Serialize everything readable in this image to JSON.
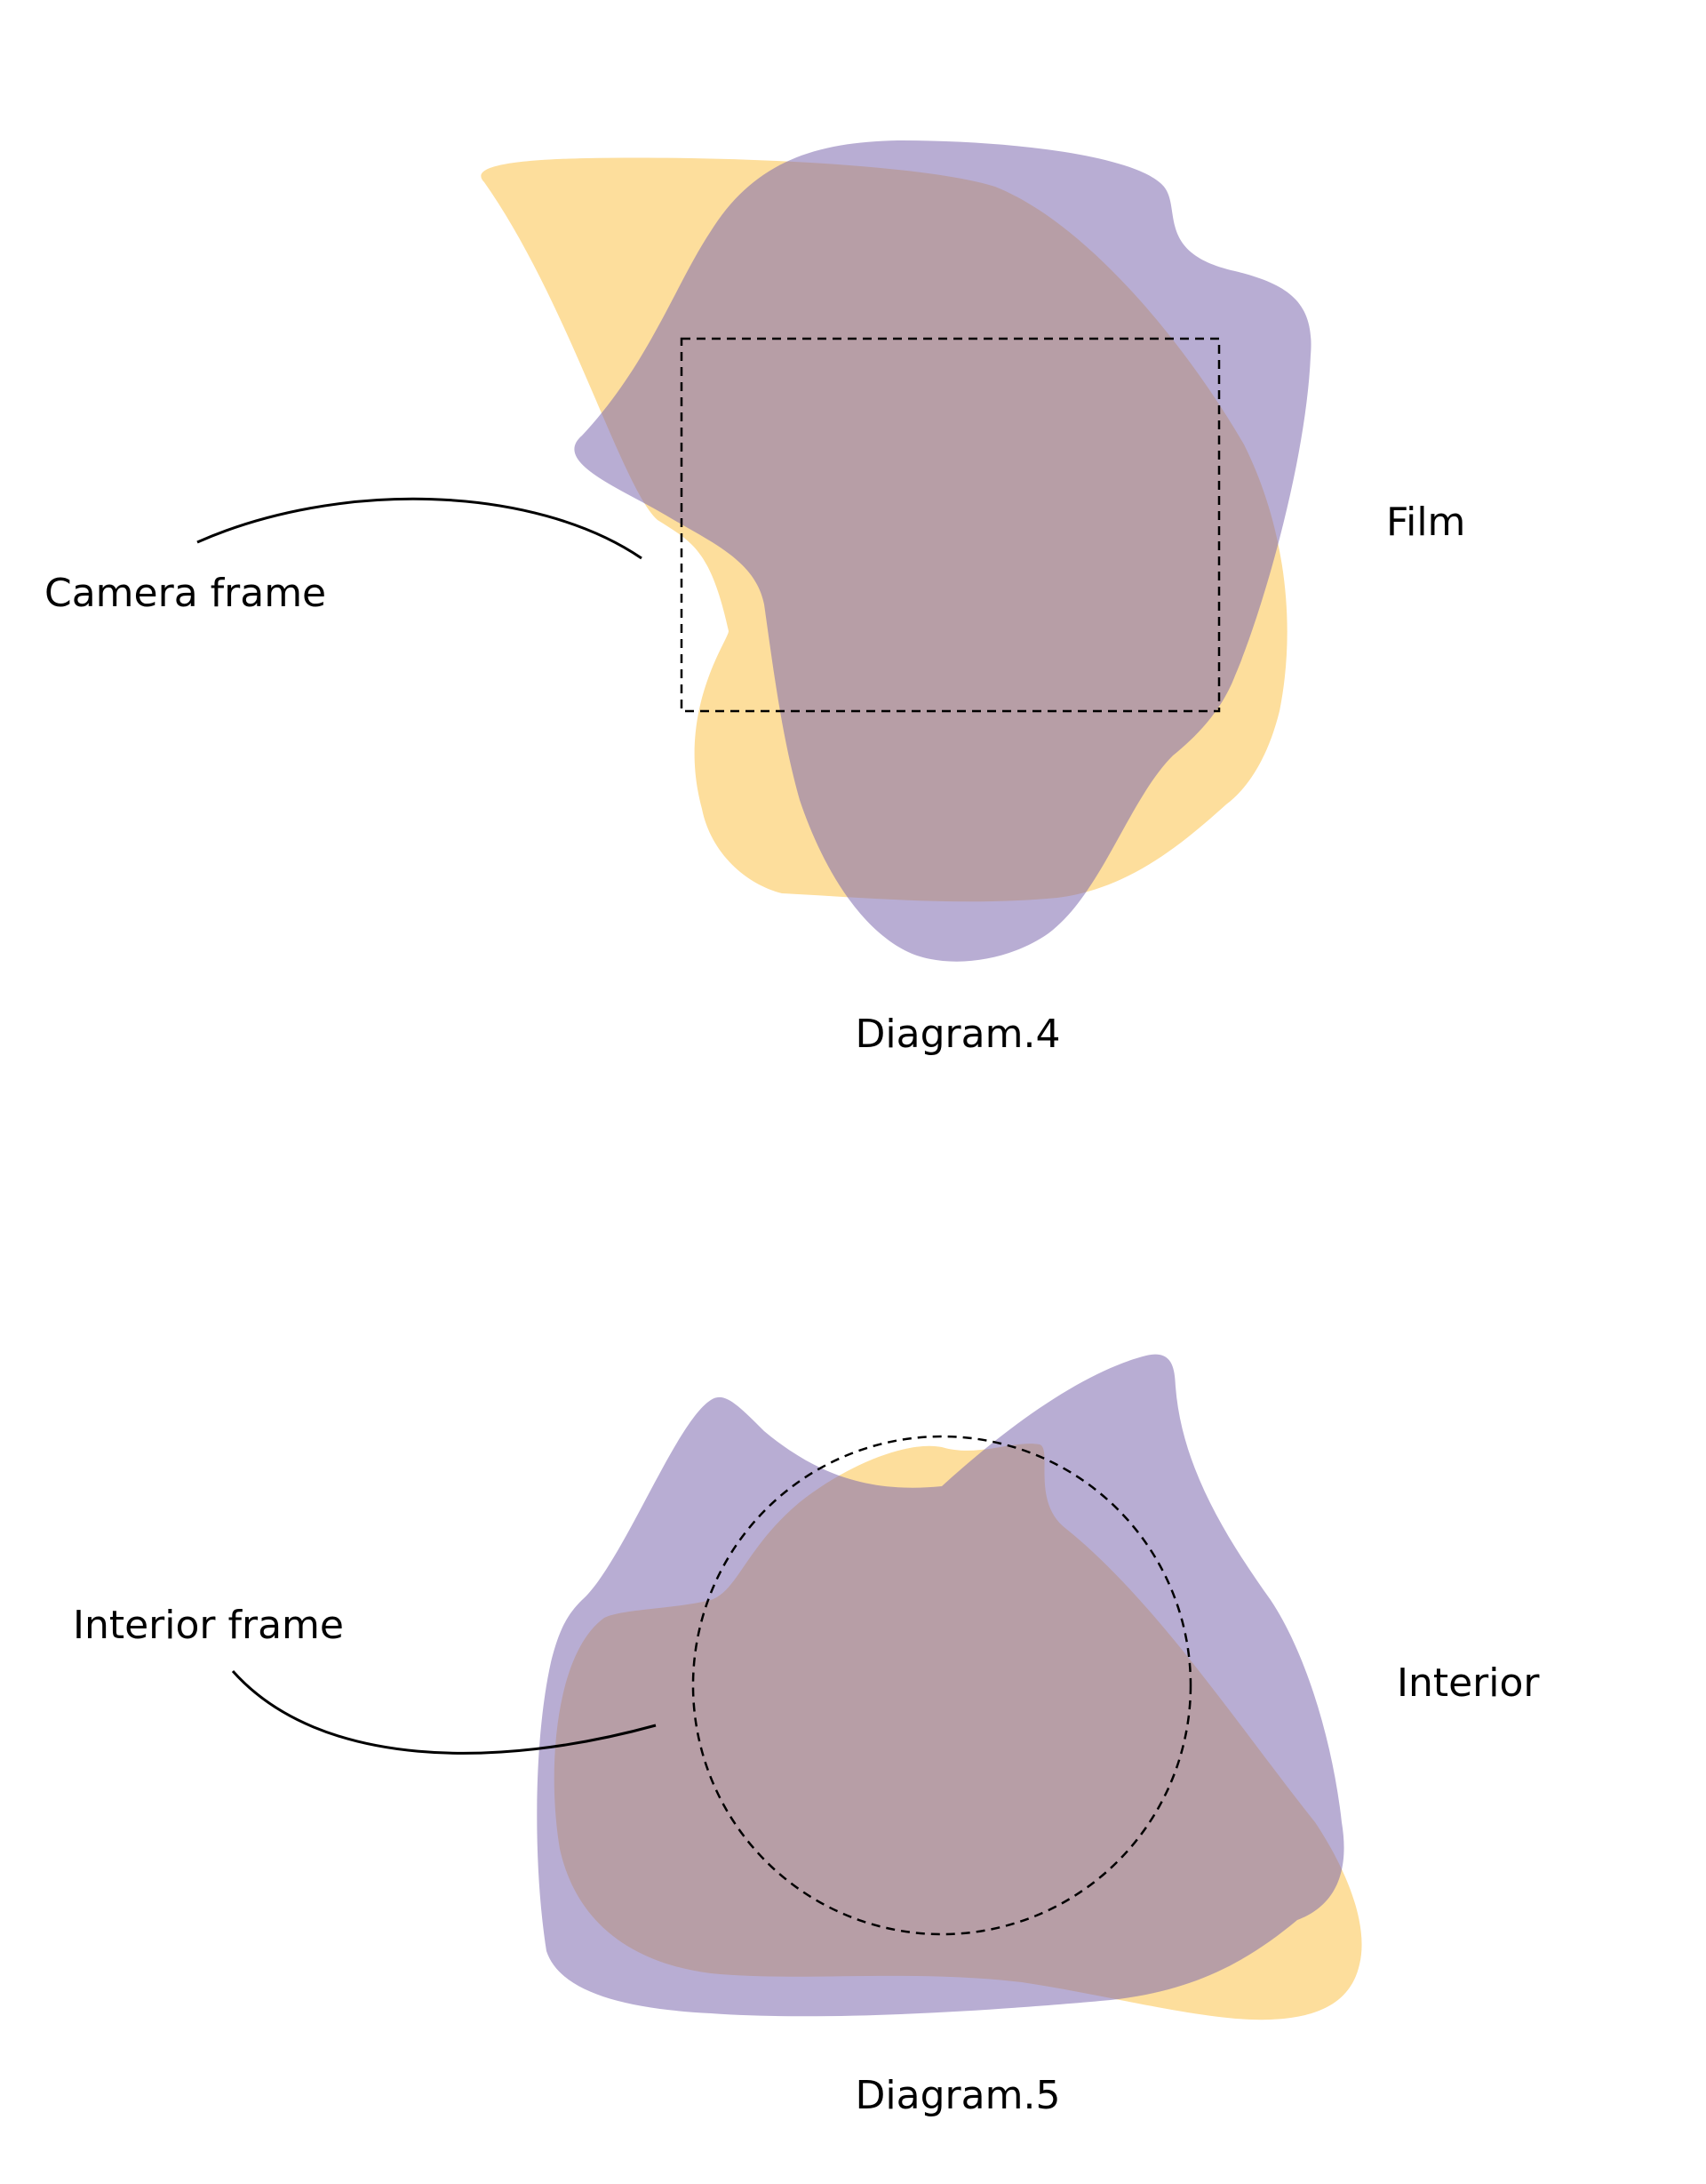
{
  "diagram4": {
    "caption": "Diagram.4",
    "frame_label": "Camera frame",
    "region_label": "Film"
  },
  "diagram5": {
    "caption": "Diagram.5",
    "frame_label": "Interior frame",
    "region_label": "Interior"
  },
  "colors": {
    "yellow_blob": "#FDDE9C",
    "purple_blob": "#7D6AAF",
    "frame_stroke": "#000000",
    "text": "#000000",
    "background": "#FFFFFF"
  }
}
